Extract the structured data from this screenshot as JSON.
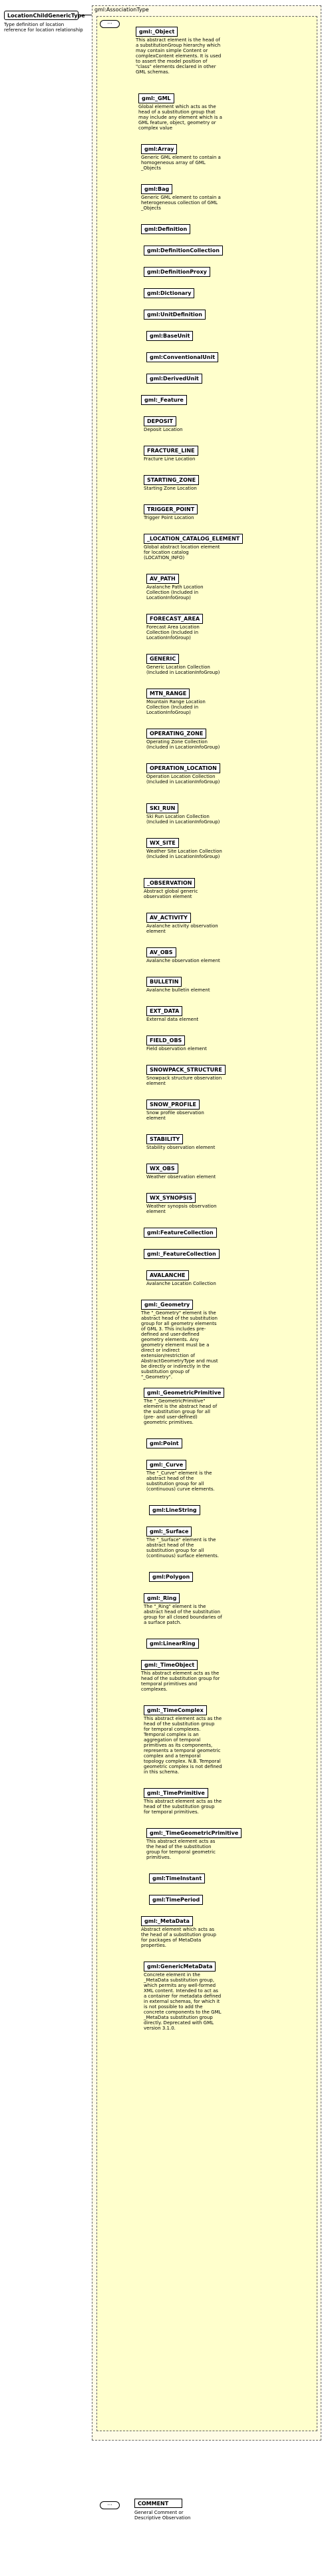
{
  "root": {
    "name": "LocationChildGenericType",
    "desc": "Type definition of location reference for location relationship"
  },
  "assoc_type": "gml:AssociationType",
  "main_items": [
    {
      "name": "gml:_Object",
      "desc": "This abstract element is the head of a substitutionGroup hierarchy which may contain simple Content or complexContent elements. It is used to assert the model position of \"class\" elements declared in other GML schemas."
    },
    {
      "name": "gml:_GML",
      "desc": "Global element which acts as the head of a substitution group that may include any element which is a GML feature, object, geometry or complex value"
    },
    {
      "name": "gml:Array",
      "desc": "Generic GML element to contain a homogeneous array of GML _Objects"
    },
    {
      "name": "gml:Bag",
      "desc": "Generic GML element to contain a heterogeneous collection of GML _Objects"
    },
    {
      "name": "gml:Definition",
      "desc": ""
    },
    {
      "name": "gml:DefinitionCollection",
      "desc": ""
    },
    {
      "name": "gml:DefinitionProxy",
      "desc": ""
    },
    {
      "name": "gml:Dictionary",
      "desc": ""
    },
    {
      "name": "gml:UnitDefinition",
      "desc": ""
    },
    {
      "name": "gml:BaseUnit",
      "desc": ""
    },
    {
      "name": "gml:ConventionalUnit",
      "desc": ""
    },
    {
      "name": "gml:DerivedUnit",
      "desc": ""
    },
    {
      "name": "gml:_Feature",
      "desc": ""
    },
    {
      "name": "DEPOSIT",
      "desc": "Deposit Location"
    },
    {
      "name": "FRACTURE_LINE",
      "desc": "Fracture Line Location"
    },
    {
      "name": "STARTING_ZONE",
      "desc": "Starting Zone Location"
    },
    {
      "name": "TRIGGER_POINT",
      "desc": "Trigger Point Location"
    },
    {
      "name": "_LOCATION_CATALOG_ELEMENT",
      "desc": "Global abstract location element for location catalog (LOCATION_INFO)"
    },
    {
      "name": "AV_PATH",
      "desc": "Avalanche Path Location Collection (Included in LocationInfoGroup)"
    },
    {
      "name": "FORECAST_AREA",
      "desc": "Forecast Area Location Collection (Included in LocationInfoGroup)"
    },
    {
      "name": "GENERIC",
      "desc": "Generic Location Collection (Included in LocationInfoGroup)"
    },
    {
      "name": "MTN_RANGE",
      "desc": "Mountain Range Location Collection (Included in LocationInfoGroup)"
    },
    {
      "name": "OPERATING_ZONE",
      "desc": "Operating Zone Collection (Included in LocationInfoGroup)"
    },
    {
      "name": "OPERATION_LOCATION",
      "desc": "Operation Location Collection (Included in LocationInfoGroup)"
    },
    {
      "name": "SKI_RUN",
      "desc": "Ski Run Location Collection (Included in LocationInfoGroup)"
    },
    {
      "name": "WX_SITE",
      "desc": "Weather Site Location Collection (Included in LocationInfoGroup)"
    },
    {
      "name": "_OBSERVATION",
      "desc": "Abstract global generic observation element"
    },
    {
      "name": "AV_ACTIVITY",
      "desc": "Avalanche activity observation element"
    },
    {
      "name": "AV_OBS",
      "desc": "Avalanche observation element"
    },
    {
      "name": "BULLETIN",
      "desc": "Avalanche bulletin element"
    },
    {
      "name": "EXT_DATA",
      "desc": "External data element"
    },
    {
      "name": "FIELD_OBS",
      "desc": "Field observation element"
    },
    {
      "name": "SNOWPACK_STRUCTURE",
      "desc": "Snowpack structure observation element"
    },
    {
      "name": "SNOW_PROFILE",
      "desc": "Snow profile observation element"
    },
    {
      "name": "STABILITY",
      "desc": "Stability observation element"
    },
    {
      "name": "WX_OBS",
      "desc": "Weather observation element"
    },
    {
      "name": "WX_SYNOPSIS",
      "desc": "Weather synopsis observation element"
    },
    {
      "name": "gml:FeatureCollection",
      "desc": ""
    },
    {
      "name": "gml:_FeatureCollection",
      "desc": ""
    },
    {
      "name": "AVALANCHE",
      "desc": "Avalanche Location Collection"
    },
    {
      "name": "gml:_Geometry",
      "desc": "The \"_Geometry\" element is the abstract head of the substitution group for all geometry elements of GML 3. This includes pre-defined and user-defined geometry elements. Any geometry element must be a direct or indirect extension/restriction of AbstractGeometryType and must be directly or indirectly in the substitution group of \"_Geometry\"."
    },
    {
      "name": "gml:_GeometricPrimitive",
      "desc": "The \"_GeometricPrimitive\" element is the abstract head of the substitution group for all (pre- and user-defined) geometric primitives."
    },
    {
      "name": "gml:Point",
      "desc": ""
    },
    {
      "name": "gml:_Curve",
      "desc": "The \"_Curve\" element is the abstract head of the substitution group for all (continuous) curve elements."
    },
    {
      "name": "gml:LineString",
      "desc": ""
    },
    {
      "name": "gml:_Surface",
      "desc": "The \"_Surface\" element is the abstract head of the substitution group for all (continuous) surface elements."
    },
    {
      "name": "gml:Polygon",
      "desc": ""
    },
    {
      "name": "gml:_Ring",
      "desc": "The \"_Ring\" element is the abstract head of the substitution group for all closed boundaries of a surface patch."
    },
    {
      "name": "gml:LinearRing",
      "desc": ""
    },
    {
      "name": "gml:_TimeObject",
      "desc": "This abstract element acts as the head of the substitution group for temporal primitives and complexes."
    },
    {
      "name": "gml:_TimeComplex",
      "desc": "This abstract element acts as the head of the substitution group for temporal complexes. Temporal complex is an aggregation of temporal primitives as its components, represents a temporal geometric complex and a temporal topology complex. N.B. Temporal geometric complex is not defined in this schema."
    },
    {
      "name": "gml:_TimePrimitive",
      "desc": "This abstract element acts as the head of the substitution group for temporal primitives."
    },
    {
      "name": "gml:_TimeGeometricPrimitive",
      "desc": "This abstract element acts as the head of the substitution group for temporal geometric primitives."
    },
    {
      "name": "gml:TimeInstant",
      "desc": ""
    },
    {
      "name": "gml:TimePeriod",
      "desc": ""
    },
    {
      "name": "gml:_MetaData",
      "desc": "Abstract element which acts as the head of a substitution group for packages of MetaData properties."
    },
    {
      "name": "gml:GenericMetaData",
      "desc": "Concrete element in the _MetaData substitution group, which permits any well-formed XML content. Intended to act as a container for metadata defined in external schemas, for which it is not possible to add the concrete components to the GML _MetaData substitution group directly. Deprecated with GML version 3.1.0."
    }
  ],
  "comment": {
    "name": "COMMENT",
    "desc": "General Comment or Descriptive Observation"
  }
}
